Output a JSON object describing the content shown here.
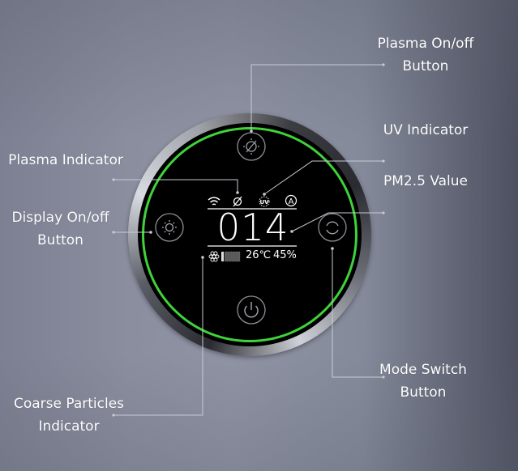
{
  "labels": {
    "plasma_button": [
      "Plasma On/off",
      "Button"
    ],
    "uv_indicator": [
      "UV Indicator"
    ],
    "plasma_indicator": [
      "Plasma Indicator"
    ],
    "pm25_value": [
      "PM2.5 Value"
    ],
    "display_button": [
      "Display On/off",
      "Button"
    ],
    "mode_button": [
      "Mode Switch",
      "Button"
    ],
    "coarse_indicator": [
      "Coarse Particles",
      "Indicator"
    ]
  },
  "display": {
    "status_icons": [
      "wifi-icon",
      "plasma-icon",
      "uv-icon",
      "auto-mode-icon"
    ],
    "uv_text": "UV",
    "auto_text": "A",
    "pm25": "014",
    "temperature": "26℃",
    "humidity": "45%"
  },
  "buttons": {
    "top": "plasma-toggle-icon",
    "left": "brightness-icon",
    "right": "mode-cycle-icon",
    "bottom": "power-icon"
  },
  "colors": {
    "ring": "#3fd23a",
    "screen": "#000000",
    "text": "#ffffff",
    "leader_line": "#c8cad3"
  }
}
